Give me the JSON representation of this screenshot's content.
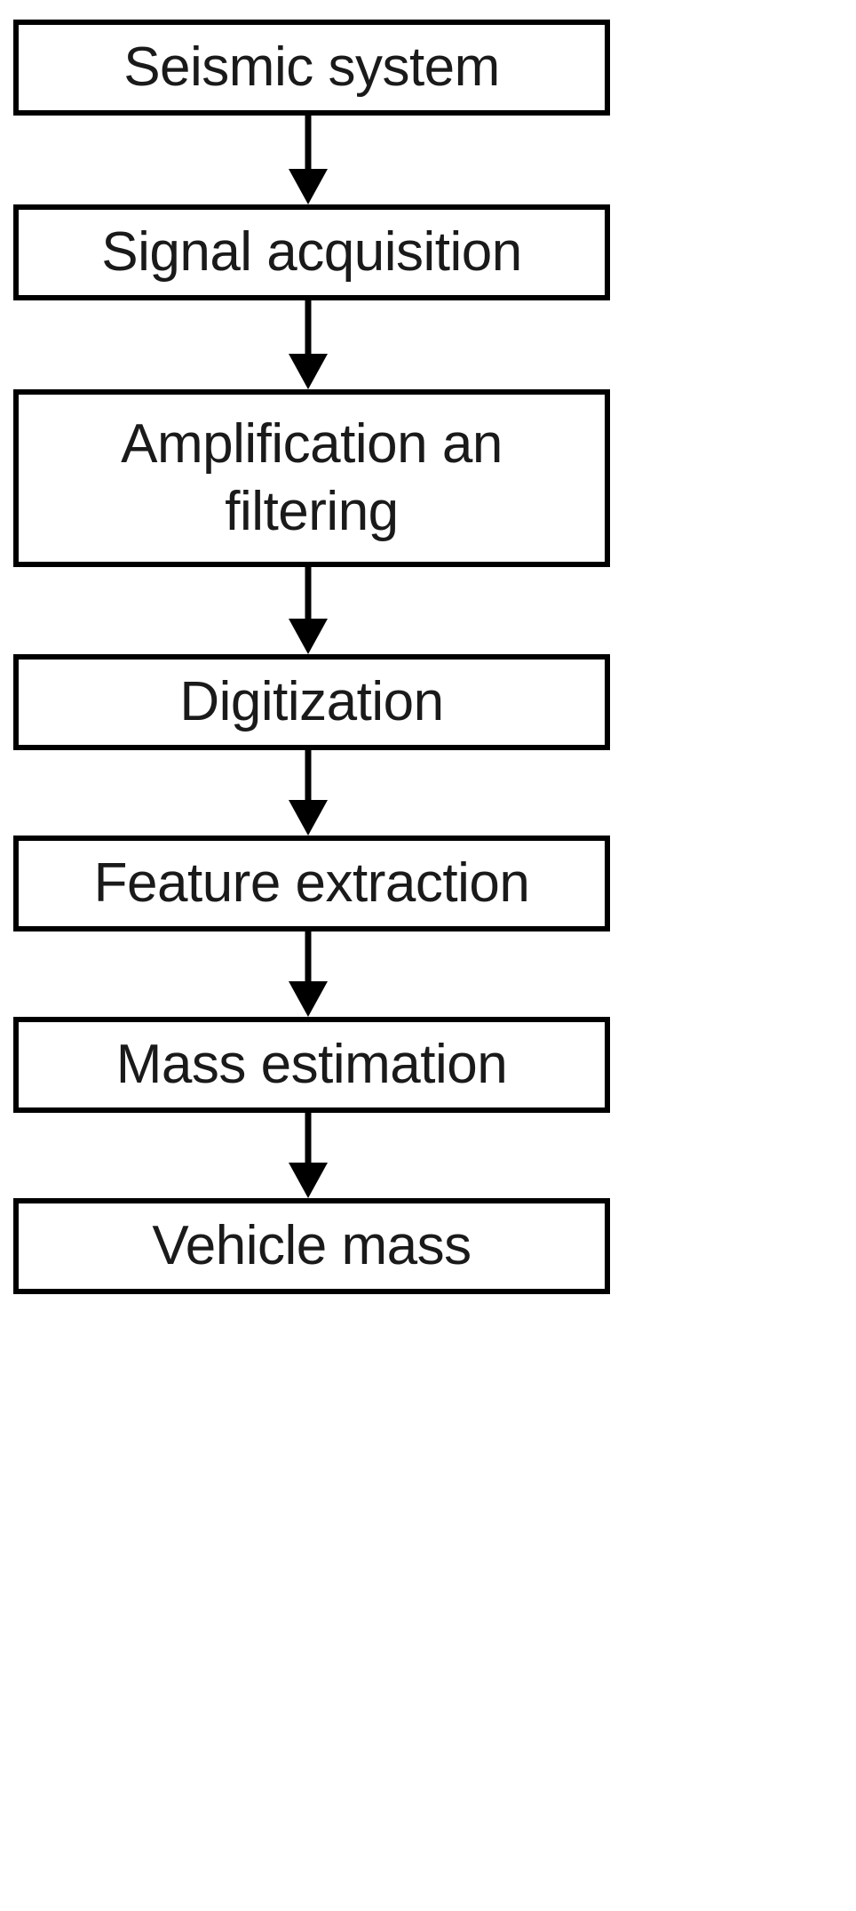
{
  "diagram": {
    "type": "flowchart",
    "orientation": "vertical-top-to-bottom",
    "title": "",
    "colors": {
      "box_border": "#000000",
      "box_fill": "#ffffff",
      "text": "#1a1a1a",
      "arrow": "#000000",
      "background": "#ffffff"
    },
    "nodes": [
      {
        "id": "seismic-system",
        "label": "Seismic system",
        "lines": 1
      },
      {
        "id": "signal-acquisition",
        "label": "Signal acquisition",
        "lines": 1
      },
      {
        "id": "amplification-filtering",
        "label": "Amplification an\nfiltering",
        "lines": 2
      },
      {
        "id": "digitization",
        "label": "Digitization",
        "lines": 1
      },
      {
        "id": "feature-extraction",
        "label": "Feature extraction",
        "lines": 1
      },
      {
        "id": "mass-estimation",
        "label": "Mass estimation",
        "lines": 1
      },
      {
        "id": "vehicle-mass",
        "label": "Vehicle mass",
        "lines": 1
      }
    ],
    "edges": [
      {
        "from": "seismic-system",
        "to": "signal-acquisition",
        "style": "solid-arrow"
      },
      {
        "from": "signal-acquisition",
        "to": "amplification-filtering",
        "style": "solid-arrow"
      },
      {
        "from": "amplification-filtering",
        "to": "digitization",
        "style": "solid-arrow"
      },
      {
        "from": "digitization",
        "to": "feature-extraction",
        "style": "solid-arrow"
      },
      {
        "from": "feature-extraction",
        "to": "mass-estimation",
        "style": "solid-arrow"
      },
      {
        "from": "mass-estimation",
        "to": "vehicle-mass",
        "style": "solid-arrow"
      }
    ]
  }
}
